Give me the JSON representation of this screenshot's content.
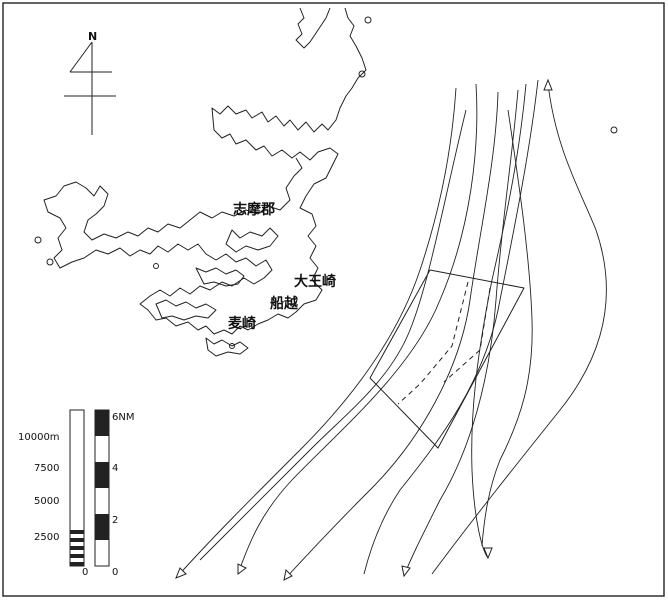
{
  "north_arrow": {
    "label": "N"
  },
  "place_labels": {
    "shima_gun": "志摩郡",
    "daiozaki": "大王崎",
    "funakoshi": "船越",
    "mugisaki": "麦崎"
  },
  "scale_metric": {
    "labels": [
      "10000m",
      "7500",
      "5000",
      "2500",
      "0"
    ]
  },
  "scale_nautical": {
    "labels": [
      "6NM",
      "4",
      "2",
      "0"
    ]
  },
  "vessel_tracks": {
    "count": 9
  }
}
